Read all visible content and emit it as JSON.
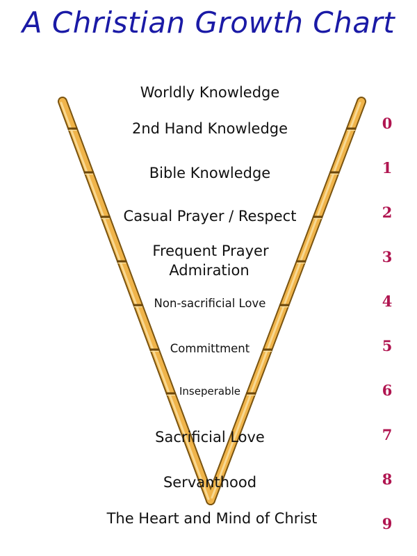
{
  "title": "A Christian Growth Chart",
  "colors": {
    "title": "#1a1aa6",
    "numbers": "#b01550",
    "stick_fill": "#f0b44a",
    "stick_edge": "#7a5410"
  },
  "stages": [
    {
      "label": "Worldly Knowledge"
    },
    {
      "label": "2nd Hand Knowledge"
    },
    {
      "label": "Bible Knowledge"
    },
    {
      "label": "Casual Prayer / Respect"
    },
    {
      "label": "Frequent Prayer\nAdmiration"
    },
    {
      "label": "Non-sacrificial Love"
    },
    {
      "label": "Committment"
    },
    {
      "label": "Inseperable"
    },
    {
      "label": "Sacrificial Love"
    },
    {
      "label": "Servanthood"
    },
    {
      "label": "The Heart and Mind of Christ"
    }
  ],
  "numbers": [
    "0",
    "1",
    "2",
    "3",
    "4",
    "5",
    "6",
    "7",
    "8",
    "9"
  ]
}
